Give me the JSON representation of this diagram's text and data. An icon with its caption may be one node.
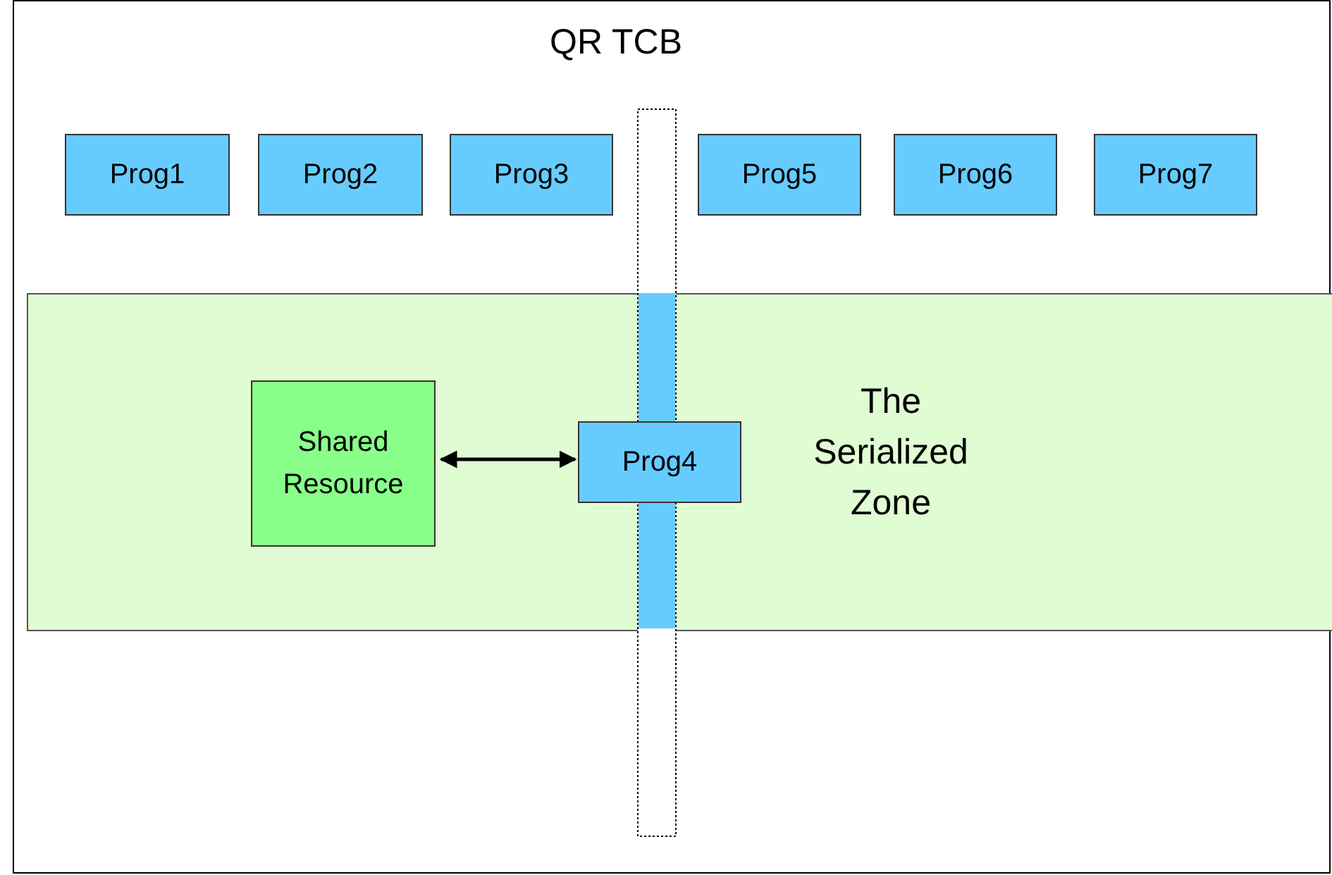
{
  "diagram": {
    "nodes": [
      {
        "text": [
          "QR TCB"
        ]
      },
      {
        "text": [
          "Prog1"
        ],
        "in": 0
      },
      {
        "text": [
          "Prog2"
        ],
        "in": 0
      },
      {
        "text": [
          "Prog3"
        ],
        "in": 0
      },
      {
        "text": [
          "Prog5"
        ],
        "in": 0
      },
      {
        "text": [
          "Prog6"
        ],
        "in": 0
      },
      {
        "text": [
          "Prog7"
        ],
        "in": 0
      },
      {
        "text": [
          "The Serialized Zone"
        ],
        "in": 0
      },
      {
        "text": [
          "Shared Resource"
        ],
        "in": 7
      },
      {
        "text": [
          "Prog4"
        ],
        "in": 7
      }
    ],
    "edges": [
      {
        "from": 8,
        "to": 9,
        "arrow": "both"
      }
    ]
  }
}
